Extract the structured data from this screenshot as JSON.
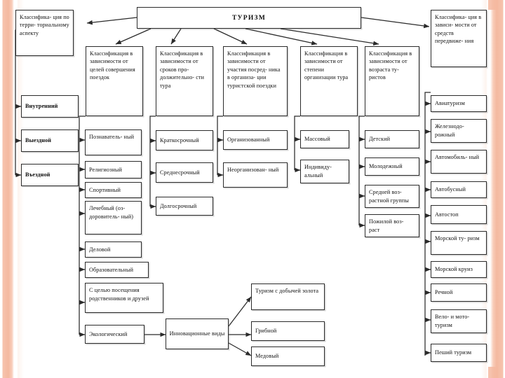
{
  "slide": {
    "title": "Классификация туризма — схема",
    "background": "#ffffff",
    "accent_color": "#f4b9a0",
    "line_color": "#2b2b2b"
  },
  "root": {
    "label": "ТУРИЗМ"
  },
  "branches": [
    {
      "id": "territorial",
      "header": "Классифика-\nция по терри-\nториальному\nаспекту",
      "header_text": "Классифика- ция по терри- ториальному аспекту",
      "items": [
        "Внутренний",
        "Выездной",
        "Въездной"
      ]
    },
    {
      "id": "purpose",
      "header_text": "Классификация в зависимости от целей совершения поездок",
      "items": [
        "Познаватель- ный",
        "Религиозный",
        "Спортивный",
        "Лечебный (оз- доровитель- ный)",
        "Деловой",
        "Образовательный",
        "С целью посещения родственников и друзей",
        "Экологический"
      ]
    },
    {
      "id": "duration",
      "header_text": "Классификация в зависимости от сроков про- должительно- сти тура",
      "items": [
        "Краткосрочный",
        "Среднесрочный",
        "Долгосрочный"
      ]
    },
    {
      "id": "intermediary",
      "header_text": "Классификация в зависимости от участия посред- ника в организа- ции туристской поездки",
      "items": [
        "Организованный",
        "Неорганизован- ный"
      ]
    },
    {
      "id": "organization-degree",
      "header_text": "Классификация в зависимости от степени организации тура",
      "items": [
        "Массовый",
        "Индивиду- альный"
      ]
    },
    {
      "id": "age",
      "header_text": "Классификация в зависимости от возраста ту- ристов",
      "items": [
        "Детский",
        "Молодежный",
        "Средней воз- растной группы",
        "Пожилой воз- раст"
      ]
    },
    {
      "id": "transport",
      "header_text": "Классифика- ция в зависи- мости от средств передвиже- ния",
      "items": [
        "Авиатуризм",
        "Железнодо- рожный",
        "Автомобиль- ный",
        "Автобусный",
        "Автостоп",
        "Морской ту- ризм",
        "Морской круиз",
        "Речной",
        "Вело- и мото- туризм",
        "Пеший туризм"
      ]
    }
  ],
  "innovative": {
    "label": "Инновационные виды",
    "items": [
      "Туризм с добычей золота",
      "Грибной",
      "Медовый"
    ]
  }
}
